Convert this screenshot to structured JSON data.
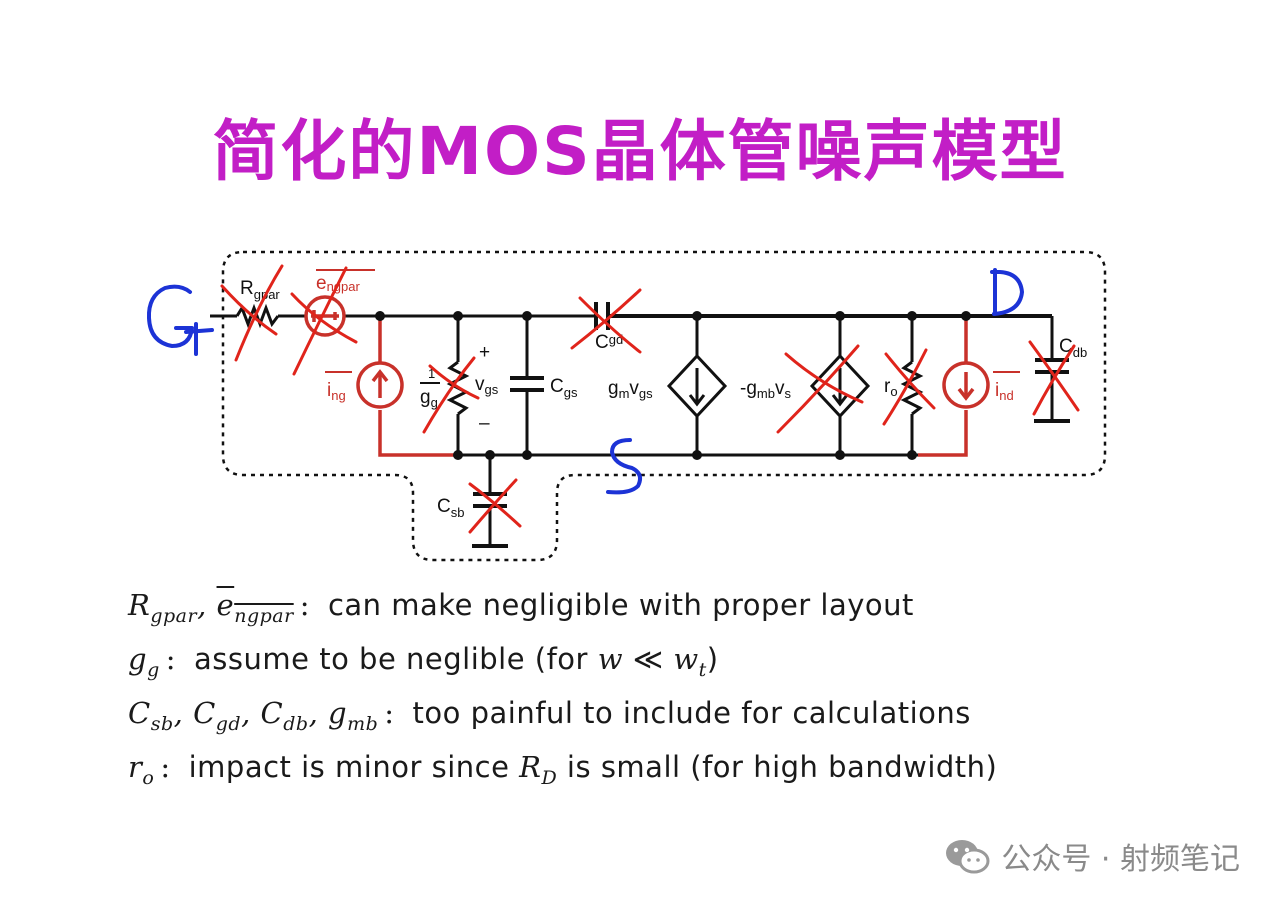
{
  "slide": {
    "title": "简化的MOS晶体管噪声模型"
  },
  "circuit": {
    "labels": {
      "rgpar": "R",
      "rgpar_sub": "gpar",
      "engpar": "e",
      "engpar_sub": "ngpar",
      "ing": "i",
      "ing_sub": "ng",
      "gg_num": "1",
      "gg_den": "g",
      "gg_sub": "g",
      "plus": "+",
      "minus": "–",
      "vgs": "v",
      "vgs_sub": "gs",
      "cgs": "C",
      "cgs_sub": "gs",
      "cgd": "C",
      "cgd_sub": "gd",
      "gmvgs_g": "g",
      "gmvgs_m": "m",
      "gmvgs_v": "v",
      "gmvgs_gs": "gs",
      "gmbvs_g": "-g",
      "gmbvs_mb": "mb",
      "gmbvs_v": "v",
      "gmbvs_s": "s",
      "ro": "r",
      "ro_sub": "o",
      "ind": "i",
      "ind_sub": "nd",
      "cdb": "C",
      "cdb_sub": "db",
      "csb": "C",
      "csb_sub": "sb"
    },
    "handwritten": {
      "gate": "G",
      "drain": "D",
      "source": "S"
    },
    "colors": {
      "wire": "#111111",
      "noise": "#c8312a",
      "cross": "#e0241b",
      "pen": "#1c33d6"
    }
  },
  "notes": [
    {
      "sym1": "R",
      "sub1": "gpar",
      "sep": ", ",
      "sym2": "e",
      "sub2": "ngpar",
      "text": "can make negligible with proper layout"
    },
    {
      "sym1": "g",
      "sub1": "g",
      "text_a": "assume to be neglible (for ",
      "w": "w",
      "ll": " ≪ ",
      "wt": "w",
      "wt_sub": "t",
      "text_b": ")"
    },
    {
      "syms": [
        {
          "s": "C",
          "sub": "sb"
        },
        {
          "s": "C",
          "sub": "gd"
        },
        {
          "s": "C",
          "sub": "db"
        },
        {
          "s": "g",
          "sub": "mb"
        }
      ],
      "text": "too painful to include for calculations"
    },
    {
      "sym1": "r",
      "sub1": "o",
      "text_a": "impact is minor since ",
      "rd": "R",
      "rd_sub": "D",
      "text_b": " is small (for high bandwidth)"
    }
  ],
  "watermark": {
    "label": "公众号 · 射频笔记",
    "icon": "wechat-icon"
  }
}
